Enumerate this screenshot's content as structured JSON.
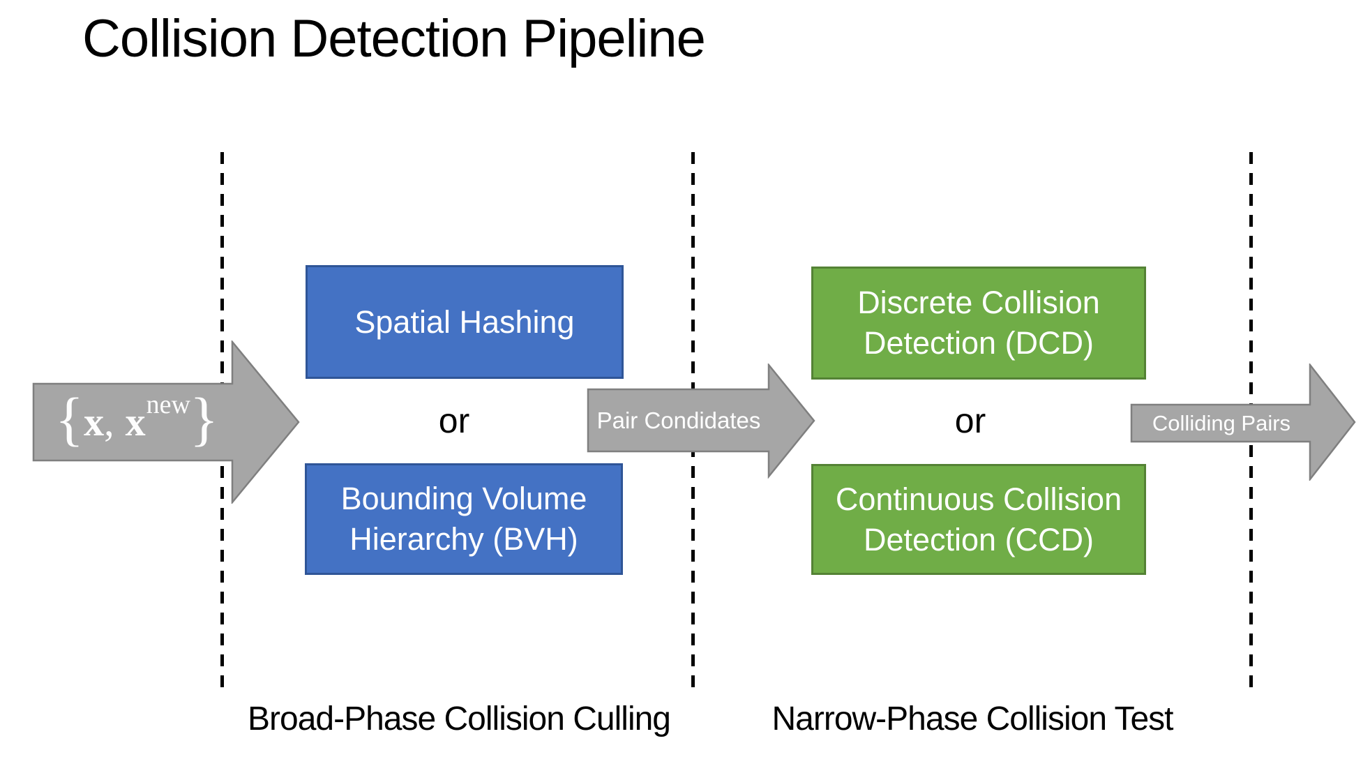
{
  "title": "Collision Detection Pipeline",
  "input_arrow": {
    "open_brace": "{",
    "x_current": "x",
    "comma": ",",
    "x_new": "x",
    "superscript": "new",
    "close_brace": "}"
  },
  "broad_phase": {
    "label": "Broad-Phase Collision Culling",
    "method_top": "Spatial Hashing",
    "connector": "or",
    "method_bottom": "Bounding Volume Hierarchy (BVH)"
  },
  "narrow_phase": {
    "label": "Narrow-Phase Collision Test",
    "method_top": "Discrete Collision Detection (DCD)",
    "connector": "or",
    "method_bottom": "Continuous Collision Detection (CCD)"
  },
  "flow_arrows": {
    "pair_candidates": "Pair Condidates",
    "colliding_pairs": "Colliding Pairs"
  },
  "colors": {
    "method_blue": "#4472C4",
    "method_blue_border": "#2F5597",
    "method_green": "#70AD47",
    "method_green_border": "#548235",
    "arrow_gray": "#A6A6A6",
    "arrow_gray_border": "#7F7F7F"
  }
}
